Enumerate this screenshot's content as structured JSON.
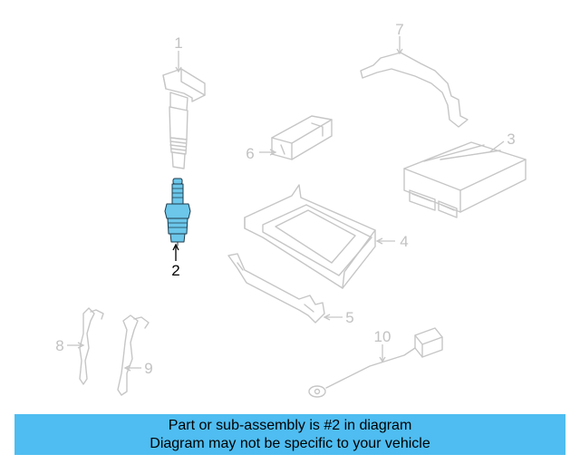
{
  "diagram": {
    "callouts": [
      {
        "id": "1",
        "label": "1"
      },
      {
        "id": "2",
        "label": "2"
      },
      {
        "id": "3",
        "label": "3"
      },
      {
        "id": "4",
        "label": "4"
      },
      {
        "id": "5",
        "label": "5"
      },
      {
        "id": "6",
        "label": "6"
      },
      {
        "id": "7",
        "label": "7"
      },
      {
        "id": "8",
        "label": "8"
      },
      {
        "id": "9",
        "label": "9"
      },
      {
        "id": "10",
        "label": "10"
      }
    ],
    "highlighted_part": "2",
    "highlight_color": "#6cc7ea",
    "line_color": "#c6c6c6"
  },
  "banner": {
    "line1": "Part or sub-assembly is #2 in diagram",
    "line2": "Diagram may not be specific to your vehicle",
    "background": "#4fbdf1"
  }
}
